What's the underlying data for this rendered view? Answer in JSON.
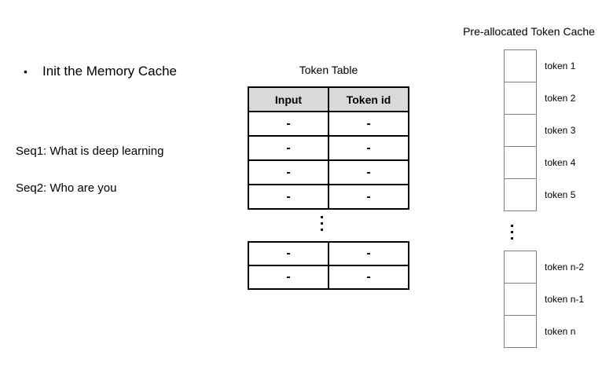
{
  "left_panel": {
    "bullet": "•",
    "init_label": "Init the Memory Cache",
    "seq1": "Seq1: What is deep learning",
    "seq2": "Seq2: Who are you"
  },
  "token_table": {
    "title": "Token Table",
    "headers": [
      "Input",
      "Token id"
    ],
    "main_rows": [
      [
        "-",
        "-"
      ],
      [
        "-",
        "-"
      ],
      [
        "-",
        "-"
      ],
      [
        "-",
        "-"
      ]
    ],
    "extra_rows": [
      [
        "-",
        "-"
      ],
      [
        "-",
        "-"
      ]
    ],
    "colors": {
      "header_bg": "#d9d9d9",
      "border": "#000000"
    }
  },
  "token_cache": {
    "title": "Pre-allocated Token Cache",
    "top_slots": [
      "token 1",
      "token 2",
      "token 3",
      "token 4",
      "token 5"
    ],
    "bottom_slots": [
      "token n-2",
      "token n-1",
      "token n"
    ],
    "colors": {
      "box_border": "#808080"
    }
  },
  "icons": {
    "table_ellipsis": "vertical-ellipsis",
    "cache_ellipsis": "vertical-ellipsis"
  }
}
